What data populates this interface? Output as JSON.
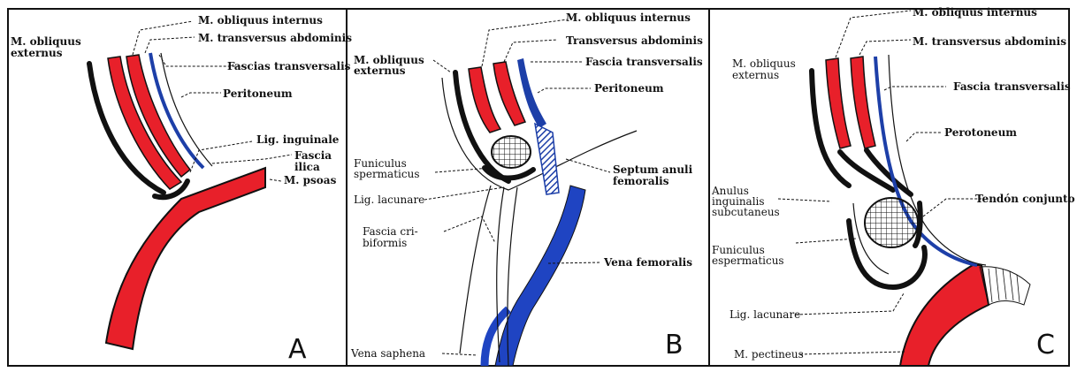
{
  "panels": [
    {
      "letter": "A",
      "labels": {
        "obliquus_internus": "M. obliquus internus",
        "transversus": "M. transversus abdominis",
        "obliquus_externus_1": "M. obliquus",
        "obliquus_externus_2": "externus",
        "fascias_transversalis": "Fascias transversalis",
        "peritoneum": "Peritoneum",
        "lig_inguinale": "Lig. inguinale",
        "fascia_1": "Fascia",
        "fascia_2": "ilica",
        "psoas": "M. psoas"
      }
    },
    {
      "letter": "B",
      "labels": {
        "obliquus_internus": "M. obliquus internus",
        "obliquus_externus_1": "M. obliquus",
        "obliquus_externus_2": "externus",
        "transversus": "Transversus abdominis",
        "fascia_transversalis": "Fascia transversalis",
        "peritoneum": "Peritoneum",
        "funiculus_1": "Funiculus",
        "funiculus_2": "spermaticus",
        "septum_1": "Septum anuli",
        "septum_2": "femoralis",
        "lig_lacunare": "Lig. lacunare",
        "cribiformis_1": "Fascia cri-",
        "cribiformis_2": "biformis",
        "vena_femoralis": "Vena femoralis",
        "vena_saphena": "Vena saphena"
      }
    },
    {
      "letter": "C",
      "labels": {
        "obliquus_internus": "M. obliquus internus",
        "transversus": "M. transversus abdominis",
        "obliquus_externus_1": "M. obliquus",
        "obliquus_externus_2": "externus",
        "fascia_transversalis": "Fascia transversalis",
        "perotoneum": "Perotoneum",
        "anulus_1": "Anulus",
        "anulus_2": "inguinalis",
        "anulus_3": "subcutaneus",
        "tendon": "Tendón conjunto",
        "funiculus_1": "Funiculus",
        "funiculus_2": "espermaticus",
        "lig_lacunare": "Lig. lacunare",
        "pectineus": "M. pectineus"
      }
    }
  ],
  "colors": {
    "muscle": "#e8202a",
    "fascia": "#1d3fa8",
    "vein": "#1f44c2",
    "outline": "#111111"
  }
}
